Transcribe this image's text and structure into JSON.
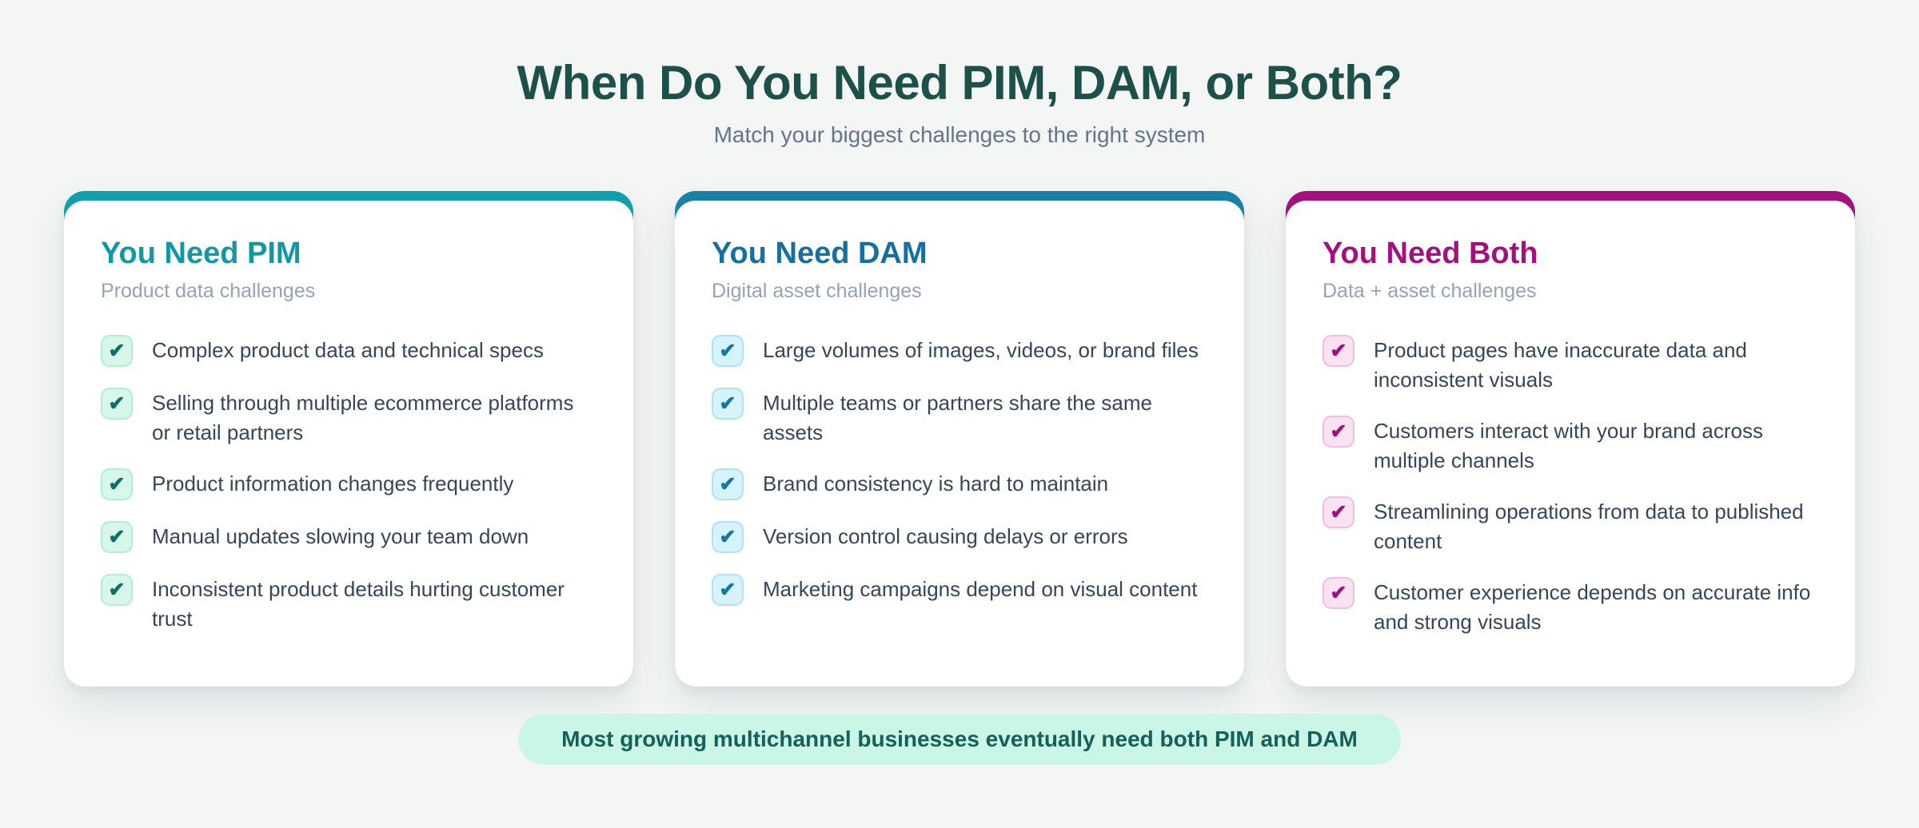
{
  "page": {
    "title": "When Do You Need PIM, DAM, or Both?",
    "subtitle": "Match your biggest challenges to the right system",
    "footer_note": "Most growing multichannel businesses eventually need both PIM and DAM"
  },
  "icons": {
    "check": "✔"
  },
  "colors": {
    "background": "#f4f6f5",
    "title": "#1d5048",
    "subtitle": "#64748b",
    "item_text": "#36465a",
    "footer_pill_bg": "#c9f6e7",
    "footer_pill_text": "#156158"
  },
  "cards": [
    {
      "id": "pim",
      "title": "You Need PIM",
      "subtitle": "Product data challenges",
      "bar_color": "#0fa0ac",
      "accent": "#0f99a4",
      "check": {
        "bg": "#d6f7e9",
        "border": "#b2eed5",
        "color": "#0e7064"
      },
      "items": [
        "Complex product data and technical specs",
        "Selling through multiple ecommerce platforms or retail partners",
        "Product information changes frequently",
        "Manual updates slowing your team down",
        "Inconsistent product details hurting customer trust"
      ]
    },
    {
      "id": "dam",
      "title": "You Need DAM",
      "subtitle": "Digital asset challenges",
      "bar_color": "#1a80a8",
      "accent": "#156f9f",
      "check": {
        "bg": "#d6f2fb",
        "border": "#aee3f4",
        "color": "#1478a4"
      },
      "items": [
        "Large volumes of images, videos, or brand files",
        "Multiple teams or partners share the same assets",
        "Brand consistency is hard to maintain",
        "Version control causing delays or errors",
        "Marketing campaigns depend on visual content"
      ]
    },
    {
      "id": "both",
      "title": "You Need Both",
      "subtitle": "Data + asset challenges",
      "bar_color": "#a3117e",
      "accent": "#a5107f",
      "check": {
        "bg": "#f9e2f1",
        "border": "#efbfdf",
        "color": "#9f1378"
      },
      "items": [
        "Product pages have inaccurate data and inconsistent visuals",
        "Customers interact with your brand across multiple channels",
        "Streamlining operations from data to published content",
        "Customer experience depends on accurate info and strong visuals"
      ]
    }
  ]
}
